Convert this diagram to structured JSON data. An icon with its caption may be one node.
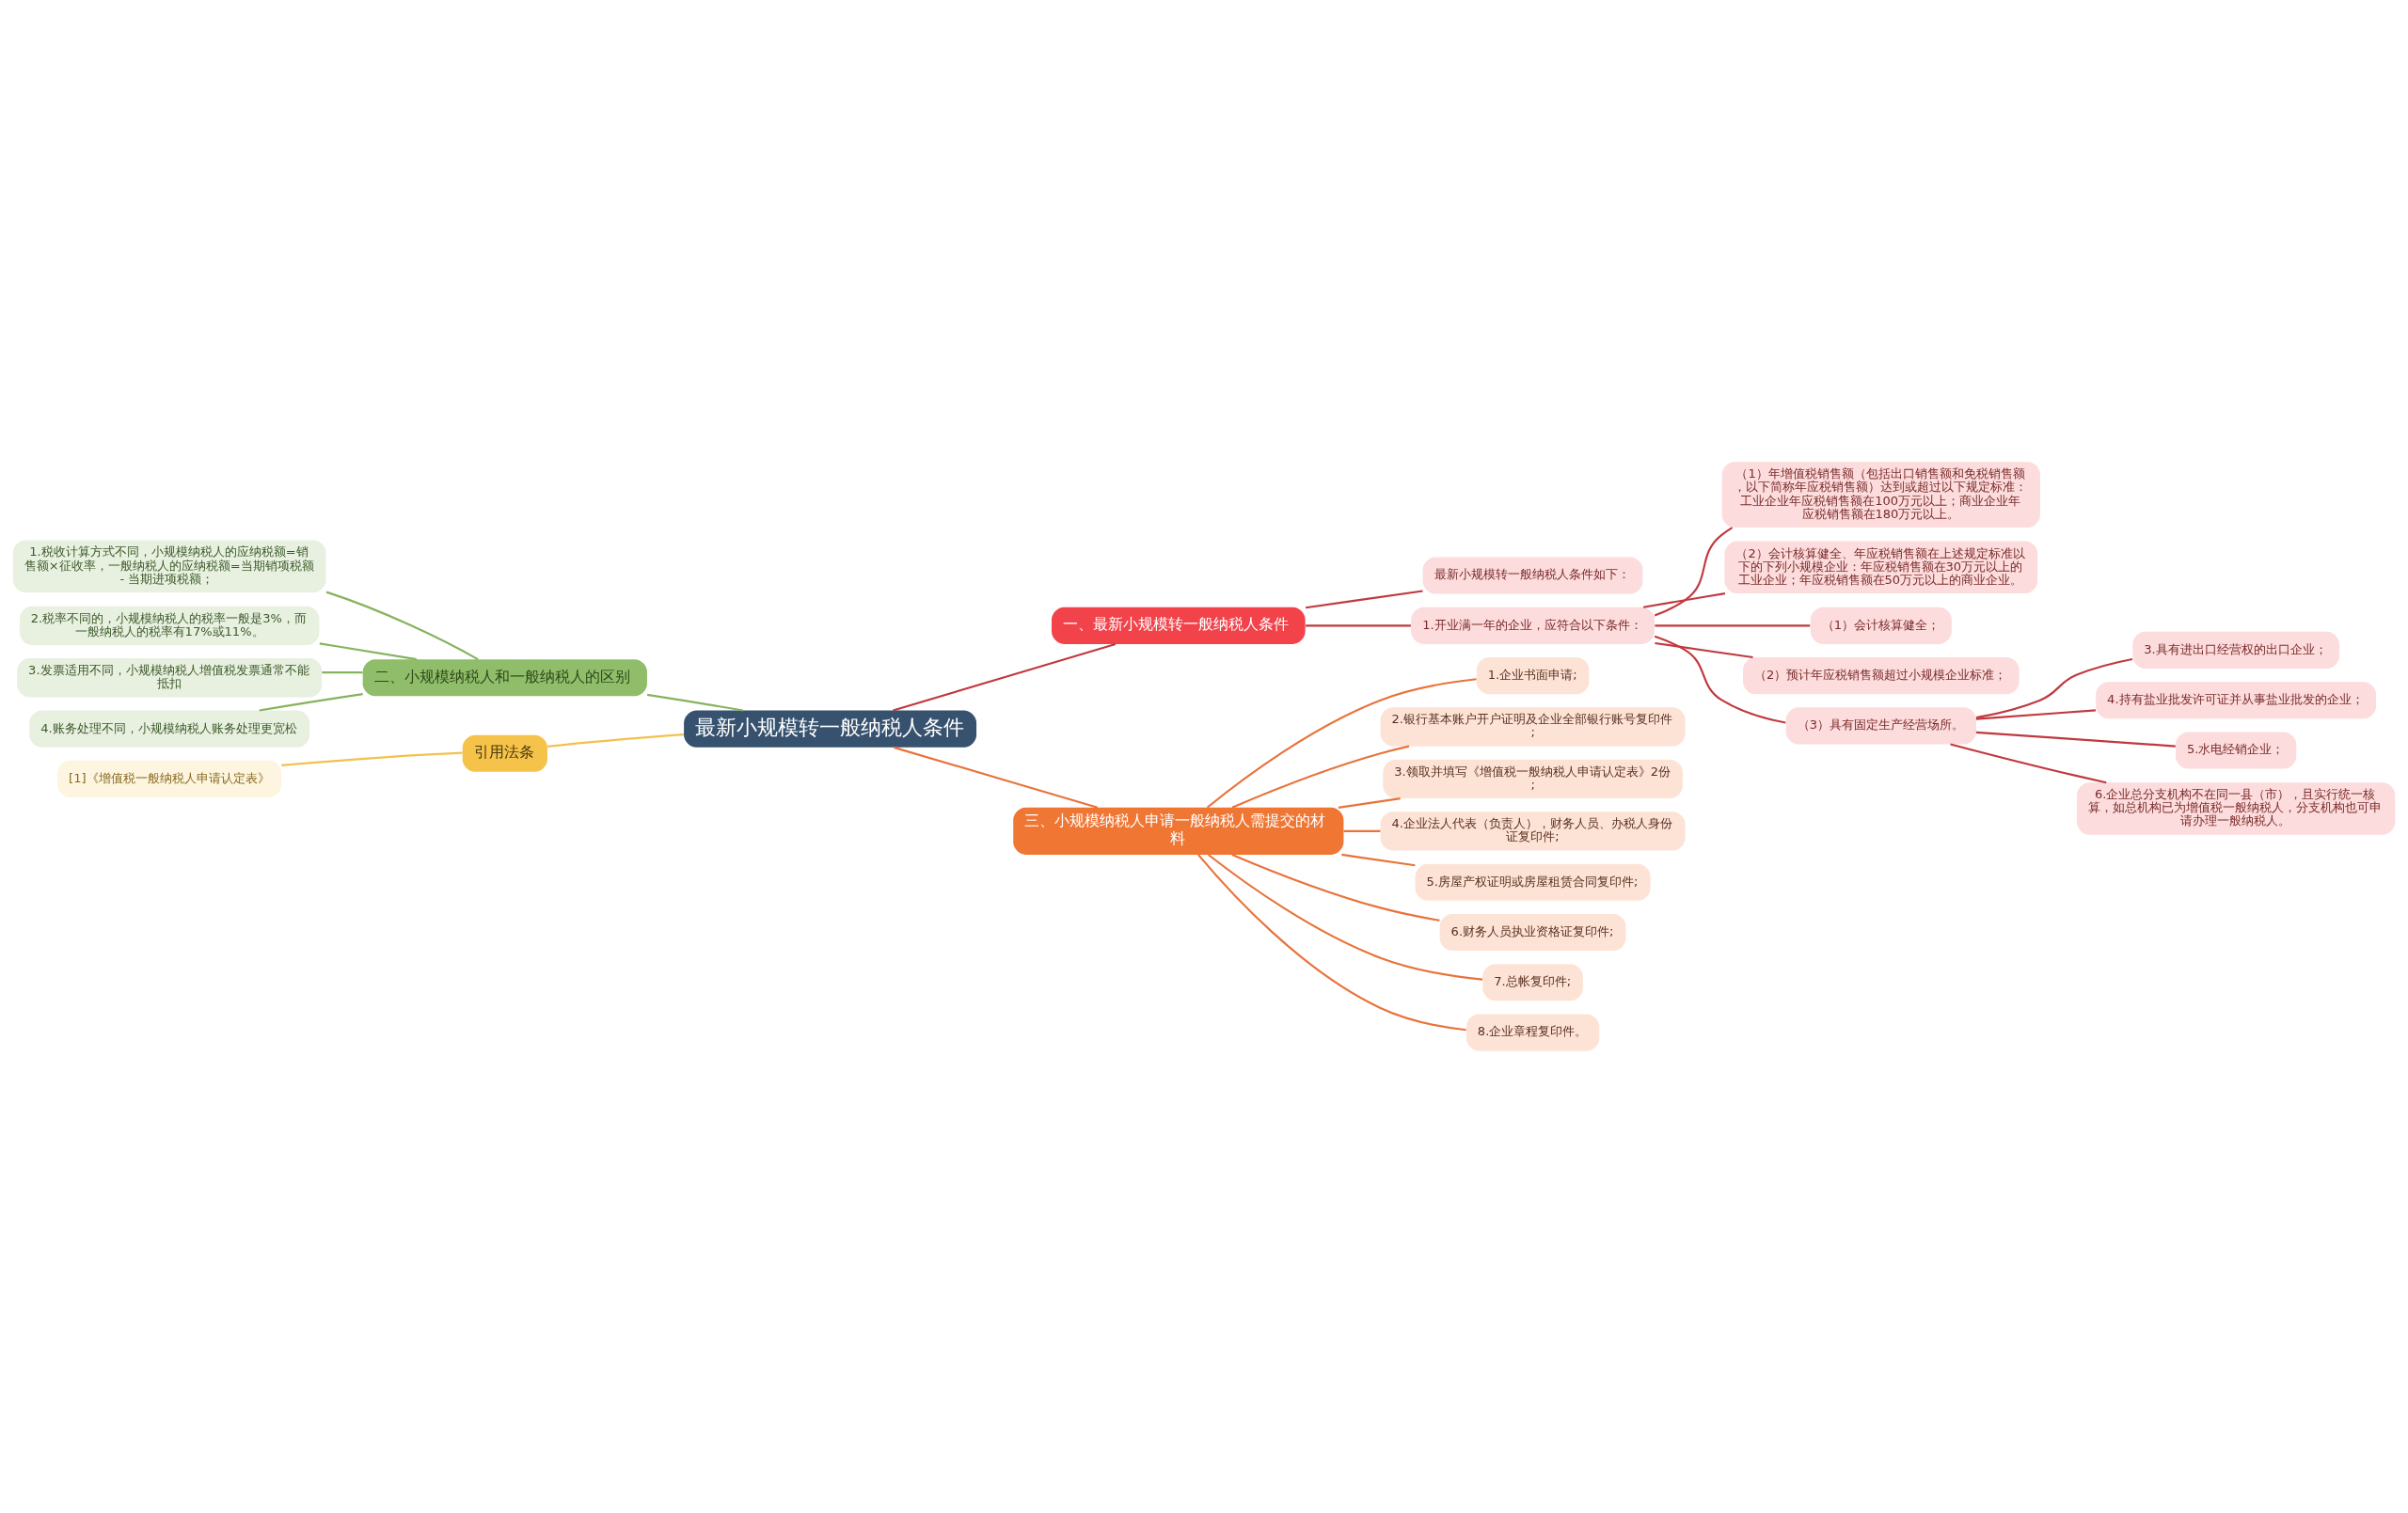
{
  "diagram": {
    "nodes": [
      {
        "text": [
          "最新小规模转一般纳税人条件"
        ]
      },
      {
        "text": [
          "一、最新小规模转一般纳税人条件"
        ]
      },
      {
        "text": [
          "最新小规模转一般纳税人条件如下："
        ]
      },
      {
        "text": [
          "1.开业满一年的企业，应符合以下条件："
        ]
      },
      {
        "text": [
          "（1）年增值税销售额（包括出口销售额和免税销售额，以下简称年应税销售额）达到或超过以下规定标准：工业企业年应税销售额在100万元以上；商业企业年应税销售额在180万元以上。"
        ]
      },
      {
        "text": [
          "（2）会计核算健全、年应税销售额在上述规定标准以下的下列小规模企业：年应税销售额在30万元以上的工业企业；年应税销售额在50万元以上的商业企业。"
        ]
      },
      {
        "text": [
          "（1）会计核算健全；"
        ]
      },
      {
        "text": [
          "（2）预计年应税销售额超过小规模企业标准；"
        ]
      },
      {
        "text": [
          "（3）具有固定生产经营场所。"
        ]
      },
      {
        "text": [
          "3.具有进出口经营权的出口企业；"
        ]
      },
      {
        "text": [
          "4.持有盐业批发许可证并从事盐业批发的企业；"
        ]
      },
      {
        "text": [
          "5.水电经销企业；"
        ]
      },
      {
        "text": [
          "6.企业总分支机构不在同一县（市），且实行统一核算，如总机构已为增值税一般纳税人，分支机构也可申请办理一般纳税人。"
        ]
      },
      {
        "text": [
          "三、小规模纳税人申请一般纳税人需提交的材料"
        ]
      },
      {
        "text": [
          "1.企业书面申请;"
        ]
      },
      {
        "text": [
          "2.银行基本账户开户证明及企业全部银行账号复印件;"
        ]
      },
      {
        "text": [
          "3.领取并填写《增值税一般纳税人申请认定表》2份;"
        ]
      },
      {
        "text": [
          "4.企业法人代表（负责人），财务人员、办税人身份证复印件;"
        ]
      },
      {
        "text": [
          "5.房屋产权证明或房屋租赁合同复印件;"
        ]
      },
      {
        "text": [
          "6.财务人员执业资格证复印件;"
        ]
      },
      {
        "text": [
          "7.总帐复印件;"
        ]
      },
      {
        "text": [
          "8.企业章程复印件。"
        ]
      },
      {
        "text": [
          "二、小规模纳税人和一般纳税人的区别"
        ]
      },
      {
        "text": [
          "1.税收计算方式不同，小规模纳税人的应纳税额=销售额×征收率，一般纳税人的应纳税额=当期销项税额 - 当期进项税额；"
        ]
      },
      {
        "text": [
          "2.税率不同的，小规模纳税人的税率一般是3%，而一般纳税人的税率有17%或11%。"
        ]
      },
      {
        "text": [
          "3.发票适用不同，小规模纳税人增值税发票通常不能抵扣"
        ]
      },
      {
        "text": [
          "4.账务处理不同，小规模纳税人账务处理更宽松"
        ]
      },
      {
        "text": [
          "引用法条"
        ]
      },
      {
        "text": [
          "[1]《增值税一般纳税人申请认定表》"
        ]
      }
    ],
    "edges": [
      {
        "from": 0,
        "to": 1,
        "arrow": "none"
      },
      {
        "from": 1,
        "to": 2,
        "arrow": "none"
      },
      {
        "from": 1,
        "to": 3,
        "arrow": "none"
      },
      {
        "from": 3,
        "to": 4,
        "arrow": "none"
      },
      {
        "from": 3,
        "to": 5,
        "arrow": "none"
      },
      {
        "from": 3,
        "to": 6,
        "arrow": "none"
      },
      {
        "from": 3,
        "to": 7,
        "arrow": "none"
      },
      {
        "from": 3,
        "to": 8,
        "arrow": "none"
      },
      {
        "from": 8,
        "to": 9,
        "arrow": "none"
      },
      {
        "from": 8,
        "to": 10,
        "arrow": "none"
      },
      {
        "from": 8,
        "to": 11,
        "arrow": "none"
      },
      {
        "from": 8,
        "to": 12,
        "arrow": "none"
      },
      {
        "from": 0,
        "to": 13,
        "arrow": "none",
        "color": "#e8733a"
      },
      {
        "from": 13,
        "to": 14,
        "arrow": "none",
        "color": "#e8733a"
      },
      {
        "from": 13,
        "to": 15,
        "arrow": "none",
        "color": "#e8733a"
      },
      {
        "from": 13,
        "to": 16,
        "arrow": "none",
        "color": "#e8733a"
      },
      {
        "from": 13,
        "to": 17,
        "arrow": "none",
        "color": "#e8733a"
      },
      {
        "from": 13,
        "to": 18,
        "arrow": "none",
        "color": "#e8733a"
      },
      {
        "from": 13,
        "to": 19,
        "arrow": "none",
        "color": "#e8733a"
      },
      {
        "from": 13,
        "to": 20,
        "arrow": "none",
        "color": "#e8733a"
      },
      {
        "from": 13,
        "to": 21,
        "arrow": "none",
        "color": "#e8733a"
      },
      {
        "from": 0,
        "to": 22,
        "arrow": "none",
        "color": "#86b35e"
      },
      {
        "from": 22,
        "to": 23,
        "arrow": "none",
        "color": "#86b35e"
      },
      {
        "from": 22,
        "to": 24,
        "arrow": "none",
        "color": "#86b35e"
      },
      {
        "from": 22,
        "to": 25,
        "arrow": "none",
        "color": "#86b35e"
      },
      {
        "from": 22,
        "to": 26,
        "arrow": "none",
        "color": "#86b35e"
      },
      {
        "from": 0,
        "to": 27,
        "arrow": "none",
        "color": "#f2c14e"
      },
      {
        "from": 27,
        "to": 28,
        "arrow": "none",
        "color": "#f2c14e"
      }
    ]
  }
}
